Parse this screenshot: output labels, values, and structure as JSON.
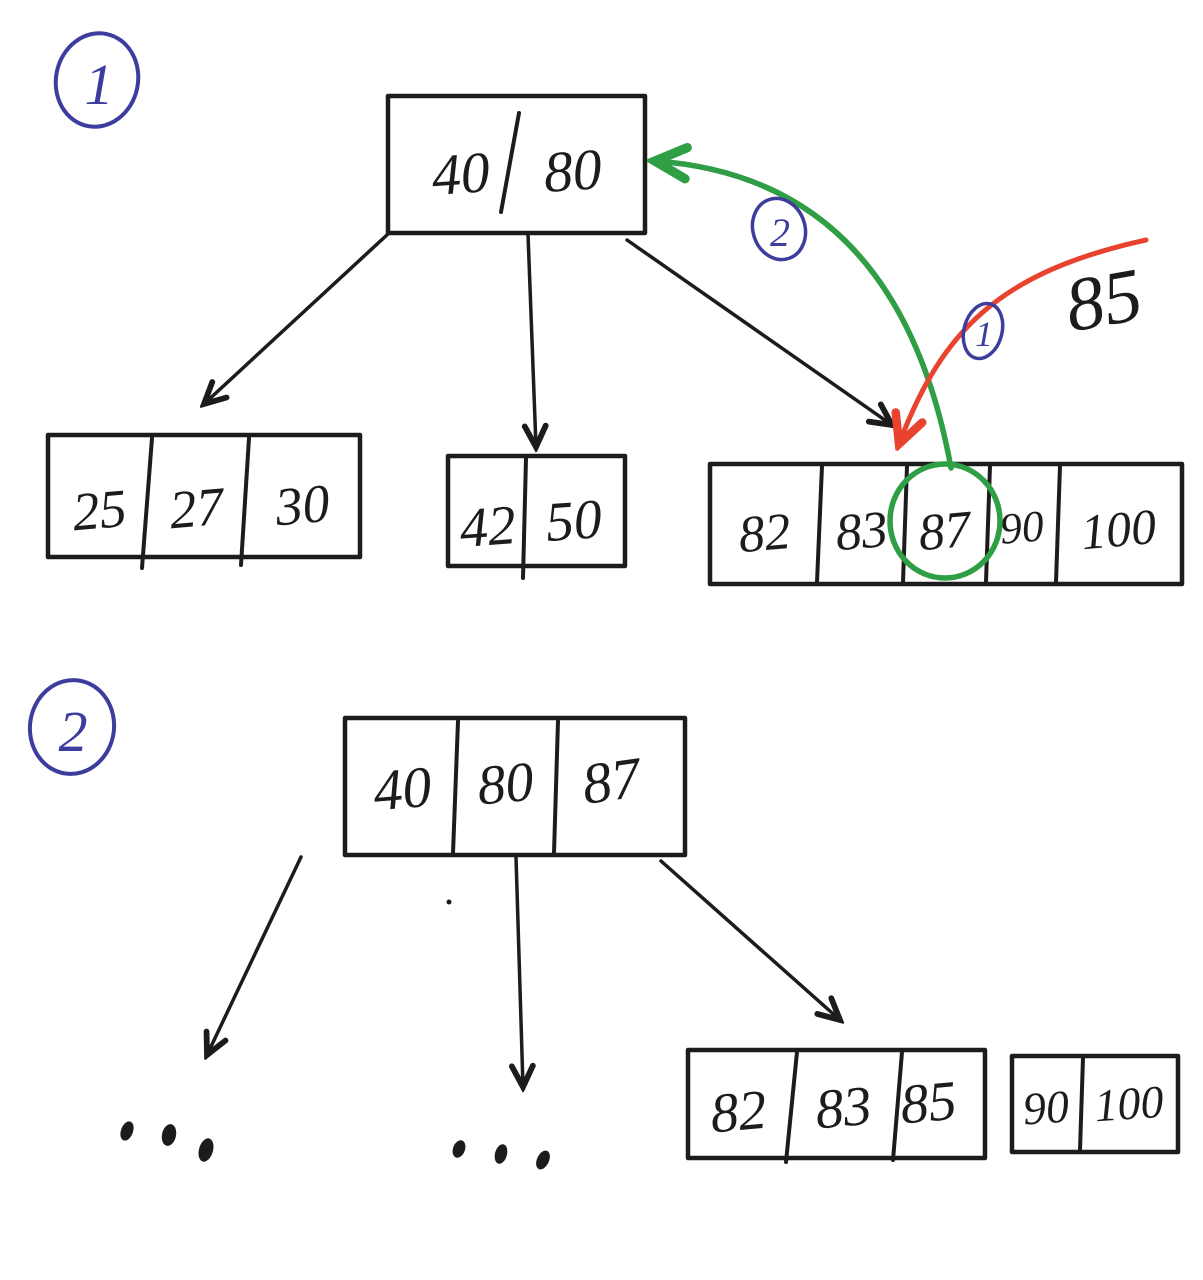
{
  "colors": {
    "ink": "#1c1c1c",
    "blue": "#3d3d9e",
    "green": "#2f9e44",
    "red": "#e8432e",
    "background": "#ffffff"
  },
  "step1": {
    "badge": "1",
    "root": {
      "keys": [
        "40",
        "80"
      ]
    },
    "children": [
      {
        "keys": [
          "25",
          "27",
          "30"
        ]
      },
      {
        "keys": [
          "42",
          "50"
        ]
      },
      {
        "keys": [
          "82",
          "83",
          "87",
          "90",
          "100"
        ]
      }
    ],
    "inserted_value": "85",
    "highlighted_key": "87",
    "action_badges": {
      "insert_order": "1",
      "promote_order": "2"
    }
  },
  "step2": {
    "badge": "2",
    "root": {
      "keys": [
        "40",
        "80",
        "87"
      ]
    },
    "children": [
      {
        "keys": [
          "82",
          "83",
          "85"
        ]
      },
      {
        "keys": [
          "90",
          "100"
        ]
      }
    ]
  }
}
